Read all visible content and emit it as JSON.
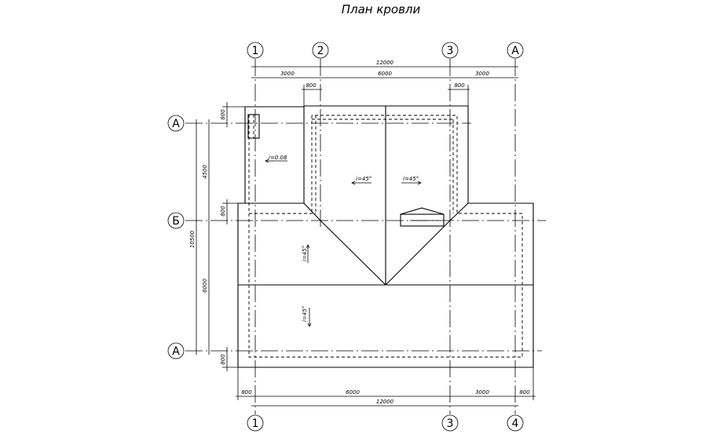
{
  "title": "План кровли",
  "axes_top": [
    "1",
    "2",
    "3",
    "А"
  ],
  "axes_bottom": [
    "1",
    "3",
    "4"
  ],
  "axes_left": [
    "А",
    "Б",
    "А"
  ],
  "dims_top": {
    "overall": "12000",
    "spans": [
      "3000",
      "6000",
      "3000"
    ],
    "overhang_left": "800",
    "overhang_right": "800"
  },
  "dims_bottom": {
    "overall": "12000",
    "spans": [
      "800",
      "6000",
      "3000",
      "800"
    ]
  },
  "dims_left": {
    "overall": "10500",
    "spans": [
      "4500",
      "6000"
    ],
    "overhangs": [
      "800",
      "800",
      "800"
    ]
  },
  "slopes": {
    "flat": "i=0.08",
    "ridge_left": "i=45°",
    "ridge_right": "i=45°",
    "wing_upper": "i=45°",
    "wing_lower": "i=45°"
  }
}
